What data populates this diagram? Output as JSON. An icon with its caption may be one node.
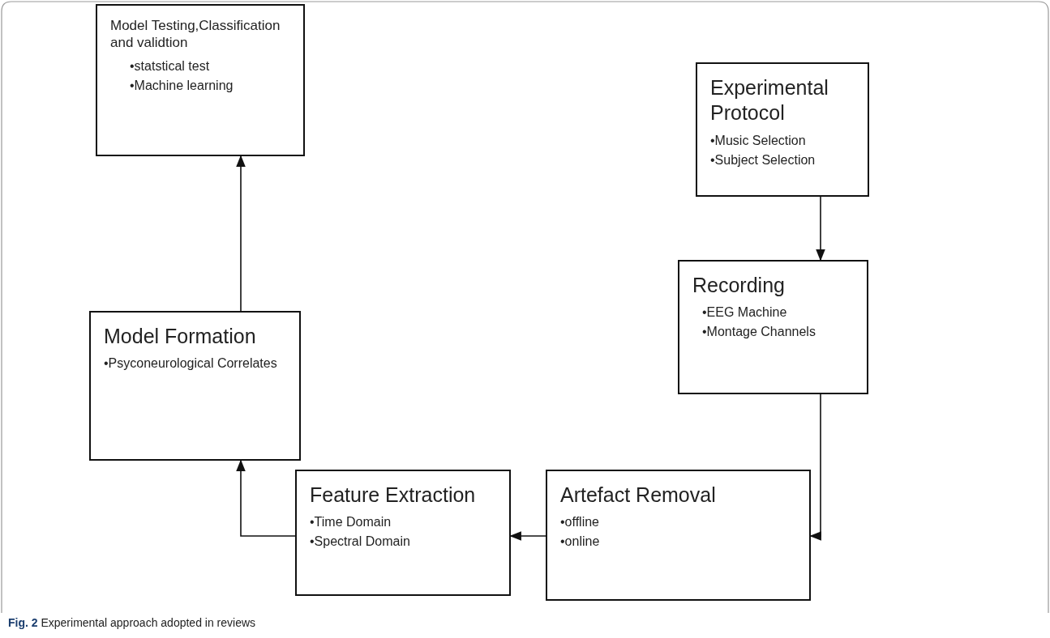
{
  "diagram": {
    "caption": "**Fig. 2** Experimental approach adopted in reviews",
    "nodes": [
      {
        "text": [
          "Model Testing,Classification and validtion",
          "•statstical test",
          "•Machine learning"
        ]
      },
      {
        "text": [
          "Experimental Protocol",
          "•Music Selection",
          "•Subject Selection"
        ]
      },
      {
        "text": [
          "Recording",
          "•EEG Machine",
          "•Montage Channels"
        ]
      },
      {
        "text": [
          "Artefact Removal",
          "•offline",
          "•online"
        ]
      },
      {
        "text": [
          "Feature Extraction",
          "•Time Domain",
          "•Spectral Domain"
        ]
      },
      {
        "text": [
          "Model Formation",
          "•Psyconeurological Correlates"
        ]
      }
    ],
    "edges": [
      {
        "from": 1,
        "to": 2,
        "arrow": "to"
      },
      {
        "from": 2,
        "to": 3,
        "arrow": "to"
      },
      {
        "from": 3,
        "to": 4,
        "arrow": "to"
      },
      {
        "from": 4,
        "to": 5,
        "arrow": "to"
      },
      {
        "from": 5,
        "to": 0,
        "arrow": "to"
      }
    ]
  }
}
